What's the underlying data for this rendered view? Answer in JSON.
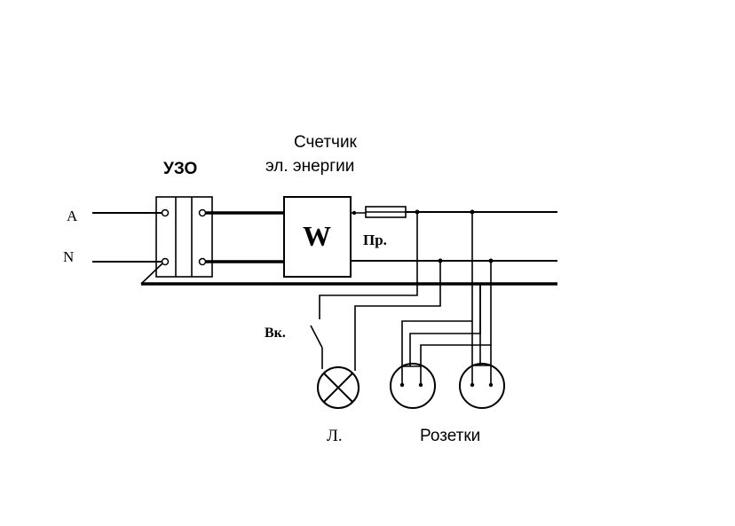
{
  "labels": {
    "phase": "A",
    "neutral": "N",
    "rcd": "УЗО",
    "meter_line1": "Счетчик",
    "meter_line2": "эл. энергии",
    "meter_symbol": "W",
    "fuse": "Пр.",
    "switch": "Вк.",
    "lamp": "Л.",
    "sockets": "Розетки"
  },
  "colors": {
    "line": "#000000",
    "background": "#ffffff"
  }
}
